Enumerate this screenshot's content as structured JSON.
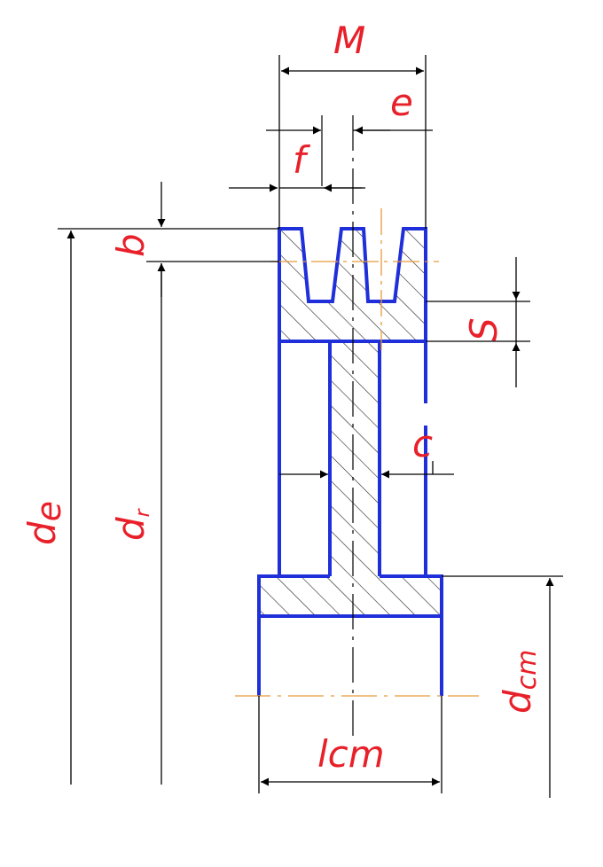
{
  "drawing": {
    "type": "pulley-section-drawing",
    "labels": {
      "M": "M",
      "e": "e",
      "f": "f",
      "b": "b",
      "S": "S",
      "c": "c",
      "d_e": "d",
      "d_e_sub": "e",
      "d_r": "d",
      "d_r_sub": "r",
      "d_cm": "d",
      "d_cm_sub": "cm",
      "l_cm": "lcm"
    },
    "colors": {
      "outline": "#1f2fd9",
      "label": "#e8202a",
      "centerline": "#e79a3a",
      "dimension": "#000000"
    }
  }
}
